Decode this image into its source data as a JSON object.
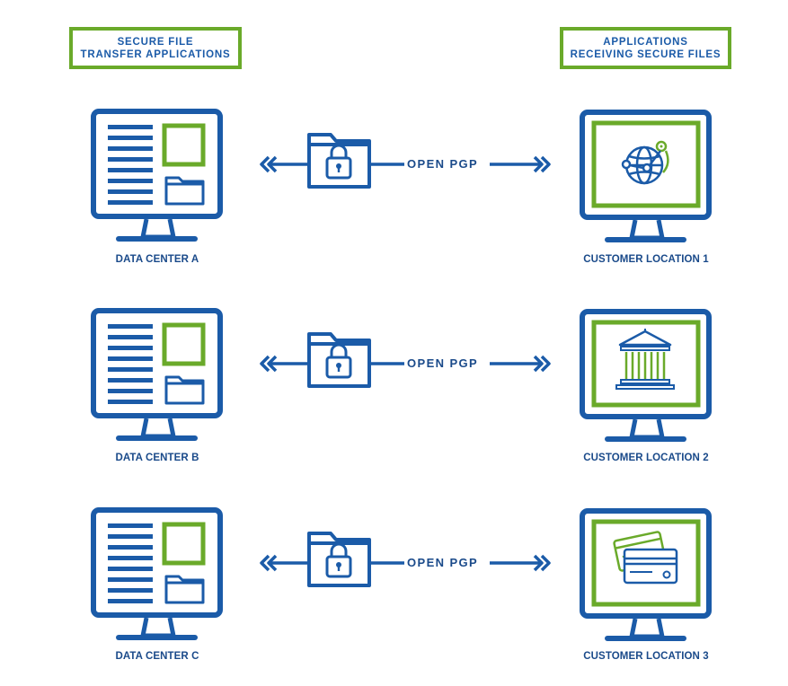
{
  "headers": {
    "left": {
      "line1": "SECURE FILE",
      "line2": "TRANSFER APPLICATIONS"
    },
    "right": {
      "line1": "APPLICATIONS",
      "line2": "RECEIVING SECURE FILES"
    }
  },
  "rows": [
    {
      "source": "DATA CENTER A",
      "protocol": "OPEN PGP",
      "destination": "CUSTOMER LOCATION 1",
      "destination_icon": "globe-network-icon"
    },
    {
      "source": "DATA CENTER B",
      "protocol": "OPEN PGP",
      "destination": "CUSTOMER LOCATION 2",
      "destination_icon": "bank-building-icon"
    },
    {
      "source": "DATA CENTER C",
      "protocol": "OPEN PGP",
      "destination": "CUSTOMER LOCATION 3",
      "destination_icon": "credit-cards-icon"
    }
  ],
  "colors": {
    "blue": "#1b5ba8",
    "dark_blue": "#1a4a8a",
    "green": "#6aaa2a"
  }
}
